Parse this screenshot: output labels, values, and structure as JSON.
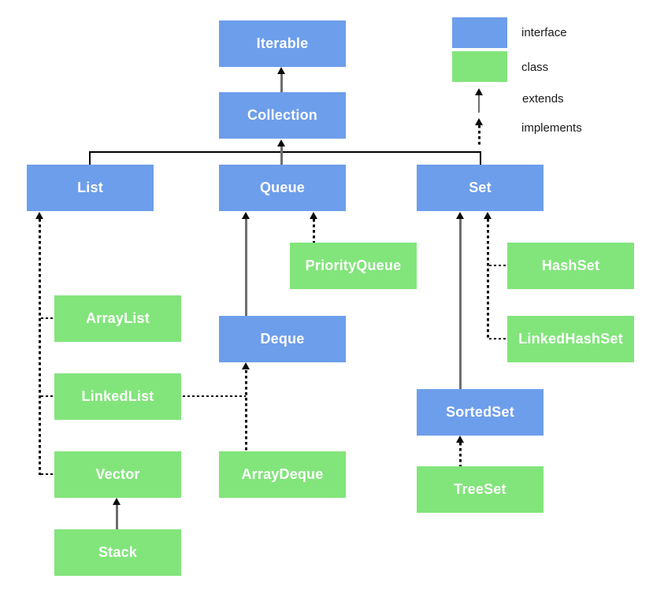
{
  "colors": {
    "interface_fill": "#6D9EEB",
    "class_fill": "#82E57B",
    "solid_line": "#6e6e6e",
    "dotted_line": "#000000",
    "node_text": "#ffffff",
    "legend_text": "#1b1b1b"
  },
  "nodes": {
    "iterable": {
      "label": "Iterable",
      "type": "interface"
    },
    "collection": {
      "label": "Collection",
      "type": "interface"
    },
    "list": {
      "label": "List",
      "type": "interface"
    },
    "queue": {
      "label": "Queue",
      "type": "interface"
    },
    "set": {
      "label": "Set",
      "type": "interface"
    },
    "deque": {
      "label": "Deque",
      "type": "interface"
    },
    "sortedset": {
      "label": "SortedSet",
      "type": "interface"
    },
    "arraylist": {
      "label": "ArrayList",
      "type": "class"
    },
    "linkedlist": {
      "label": "LinkedList",
      "type": "class"
    },
    "vector": {
      "label": "Vector",
      "type": "class"
    },
    "stack": {
      "label": "Stack",
      "type": "class"
    },
    "priorityqueue": {
      "label": "PriorityQueue",
      "type": "class"
    },
    "arraydeque": {
      "label": "ArrayDeque",
      "type": "class"
    },
    "hashset": {
      "label": "HashSet",
      "type": "class"
    },
    "linkedhashset": {
      "label": "LinkedHashSet",
      "type": "class"
    },
    "treeset": {
      "label": "TreeSet",
      "type": "class"
    }
  },
  "edges": [
    {
      "from": "Collection",
      "to": "Iterable",
      "relation": "extends"
    },
    {
      "from": "List",
      "to": "Collection",
      "relation": "extends"
    },
    {
      "from": "Queue",
      "to": "Collection",
      "relation": "extends"
    },
    {
      "from": "Set",
      "to": "Collection",
      "relation": "extends"
    },
    {
      "from": "ArrayList",
      "to": "List",
      "relation": "implements"
    },
    {
      "from": "LinkedList",
      "to": "List",
      "relation": "implements"
    },
    {
      "from": "Vector",
      "to": "List",
      "relation": "implements"
    },
    {
      "from": "Stack",
      "to": "Vector",
      "relation": "extends"
    },
    {
      "from": "Deque",
      "to": "Queue",
      "relation": "extends"
    },
    {
      "from": "PriorityQueue",
      "to": "Queue",
      "relation": "implements"
    },
    {
      "from": "ArrayDeque",
      "to": "Deque",
      "relation": "implements"
    },
    {
      "from": "LinkedList",
      "to": "Deque",
      "relation": "implements"
    },
    {
      "from": "SortedSet",
      "to": "Set",
      "relation": "extends"
    },
    {
      "from": "HashSet",
      "to": "Set",
      "relation": "implements"
    },
    {
      "from": "LinkedHashSet",
      "to": "Set",
      "relation": "implements"
    },
    {
      "from": "TreeSet",
      "to": "SortedSet",
      "relation": "implements"
    }
  ],
  "legend": {
    "interface_label": "interface",
    "class_label": "class",
    "extends_label": "extends",
    "implements_label": "implements"
  }
}
